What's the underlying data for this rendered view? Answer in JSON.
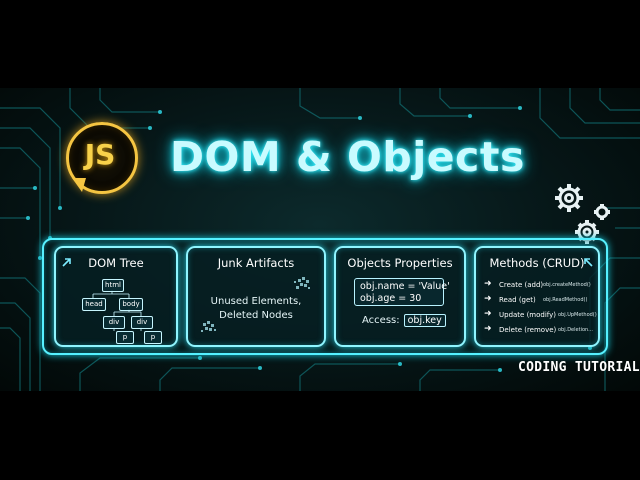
{
  "logo": {
    "text": "JS"
  },
  "title": "DOM & Objects",
  "cards": {
    "dom_tree": {
      "title": "DOM Tree",
      "nodes": {
        "html": "html",
        "head": "head",
        "body": "body",
        "div1": "div",
        "div2": "div",
        "p1": "p",
        "p2": "p"
      }
    },
    "junk": {
      "title": "Junk Artifacts",
      "line1": "Unused Elements,",
      "line2": "Deleted Nodes"
    },
    "objects": {
      "title": "Objects Properties",
      "code_line1": "obj.name = 'Value'",
      "code_line2": "obj.age = 30",
      "access_label": "Access:",
      "access_key": "obj.key"
    },
    "methods": {
      "title": "Methods (CRUD)",
      "items": [
        {
          "label": "Create (add)",
          "call": "obj.createMethod()"
        },
        {
          "label": "Read (get)",
          "call": "obj.ReadMethod()"
        },
        {
          "label": "Update (modify)",
          "call": "obj.UpMethod()"
        },
        {
          "label": "Delete (remove)",
          "call": "obj.Deletion..."
        }
      ]
    }
  },
  "brand": "CODING TUTORIAL",
  "colors": {
    "neon": "#57f1ff",
    "logo": "#f5c542",
    "background": "#061617"
  },
  "icons": [
    "js-logo-icon",
    "gear-icon",
    "arrow-icon",
    "pixel-blob-icon"
  ]
}
